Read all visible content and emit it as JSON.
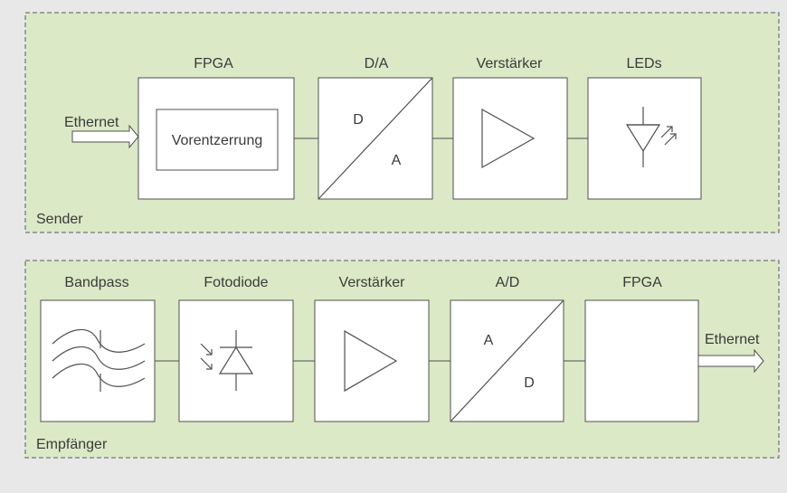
{
  "sender": {
    "section_label": "Sender",
    "input_label": "Ethernet",
    "fpga": {
      "title": "FPGA",
      "inner_label": "Vorentzerrung"
    },
    "da": {
      "title": "D/A",
      "top_letter": "D",
      "bottom_letter": "A"
    },
    "amplifier": {
      "title": "Verstärker"
    },
    "leds": {
      "title": "LEDs"
    }
  },
  "receiver": {
    "section_label": "Empfänger",
    "bandpass": {
      "title": "Bandpass"
    },
    "photodiode": {
      "title": "Fotodiode"
    },
    "amplifier": {
      "title": "Verstärker"
    },
    "ad": {
      "title": "A/D",
      "top_letter": "A",
      "bottom_letter": "D"
    },
    "fpga": {
      "title": "FPGA"
    },
    "output_label": "Ethernet"
  },
  "colors": {
    "background": "#e8e8e8",
    "section_fill": "#dbe9c6",
    "block_fill": "#ffffff",
    "stroke": "#505050"
  }
}
